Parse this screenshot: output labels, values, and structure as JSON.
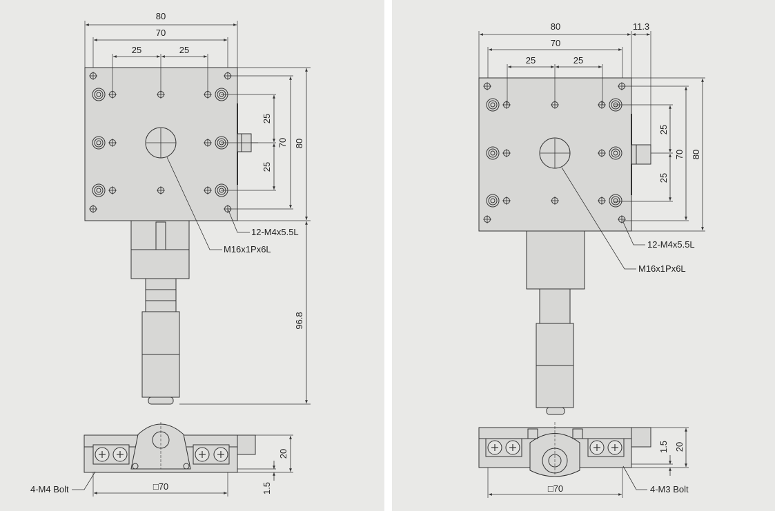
{
  "left": {
    "dims": {
      "d80": "80",
      "d70": "70",
      "d25a": "25",
      "d25b": "25",
      "v25a": "25",
      "v70": "70",
      "v25b": "25",
      "v80": "80",
      "v96": "96.8",
      "v20": "20",
      "v15": "1.5",
      "sq70": "□70"
    },
    "callouts": {
      "holes": "12-M4x5.5L",
      "center": "M16x1Px6L",
      "bolt": "4-M4 Bolt"
    }
  },
  "right": {
    "dims": {
      "d80": "80",
      "d113": "11.3",
      "d70": "70",
      "d25a": "25",
      "d25b": "25",
      "v25a": "25",
      "v70": "70",
      "v25b": "25",
      "v80": "80",
      "v15": "1.5",
      "v20": "20",
      "sq70": "□70"
    },
    "callouts": {
      "holes": "12-M4x5.5L",
      "center": "M16x1Px6L",
      "bolt": "4-M3 Bolt"
    }
  },
  "colors": {
    "background": "#e9e9e7",
    "separator": "#ffffff",
    "stage_fill": "#d7d7d5",
    "stroke": "#333333"
  }
}
